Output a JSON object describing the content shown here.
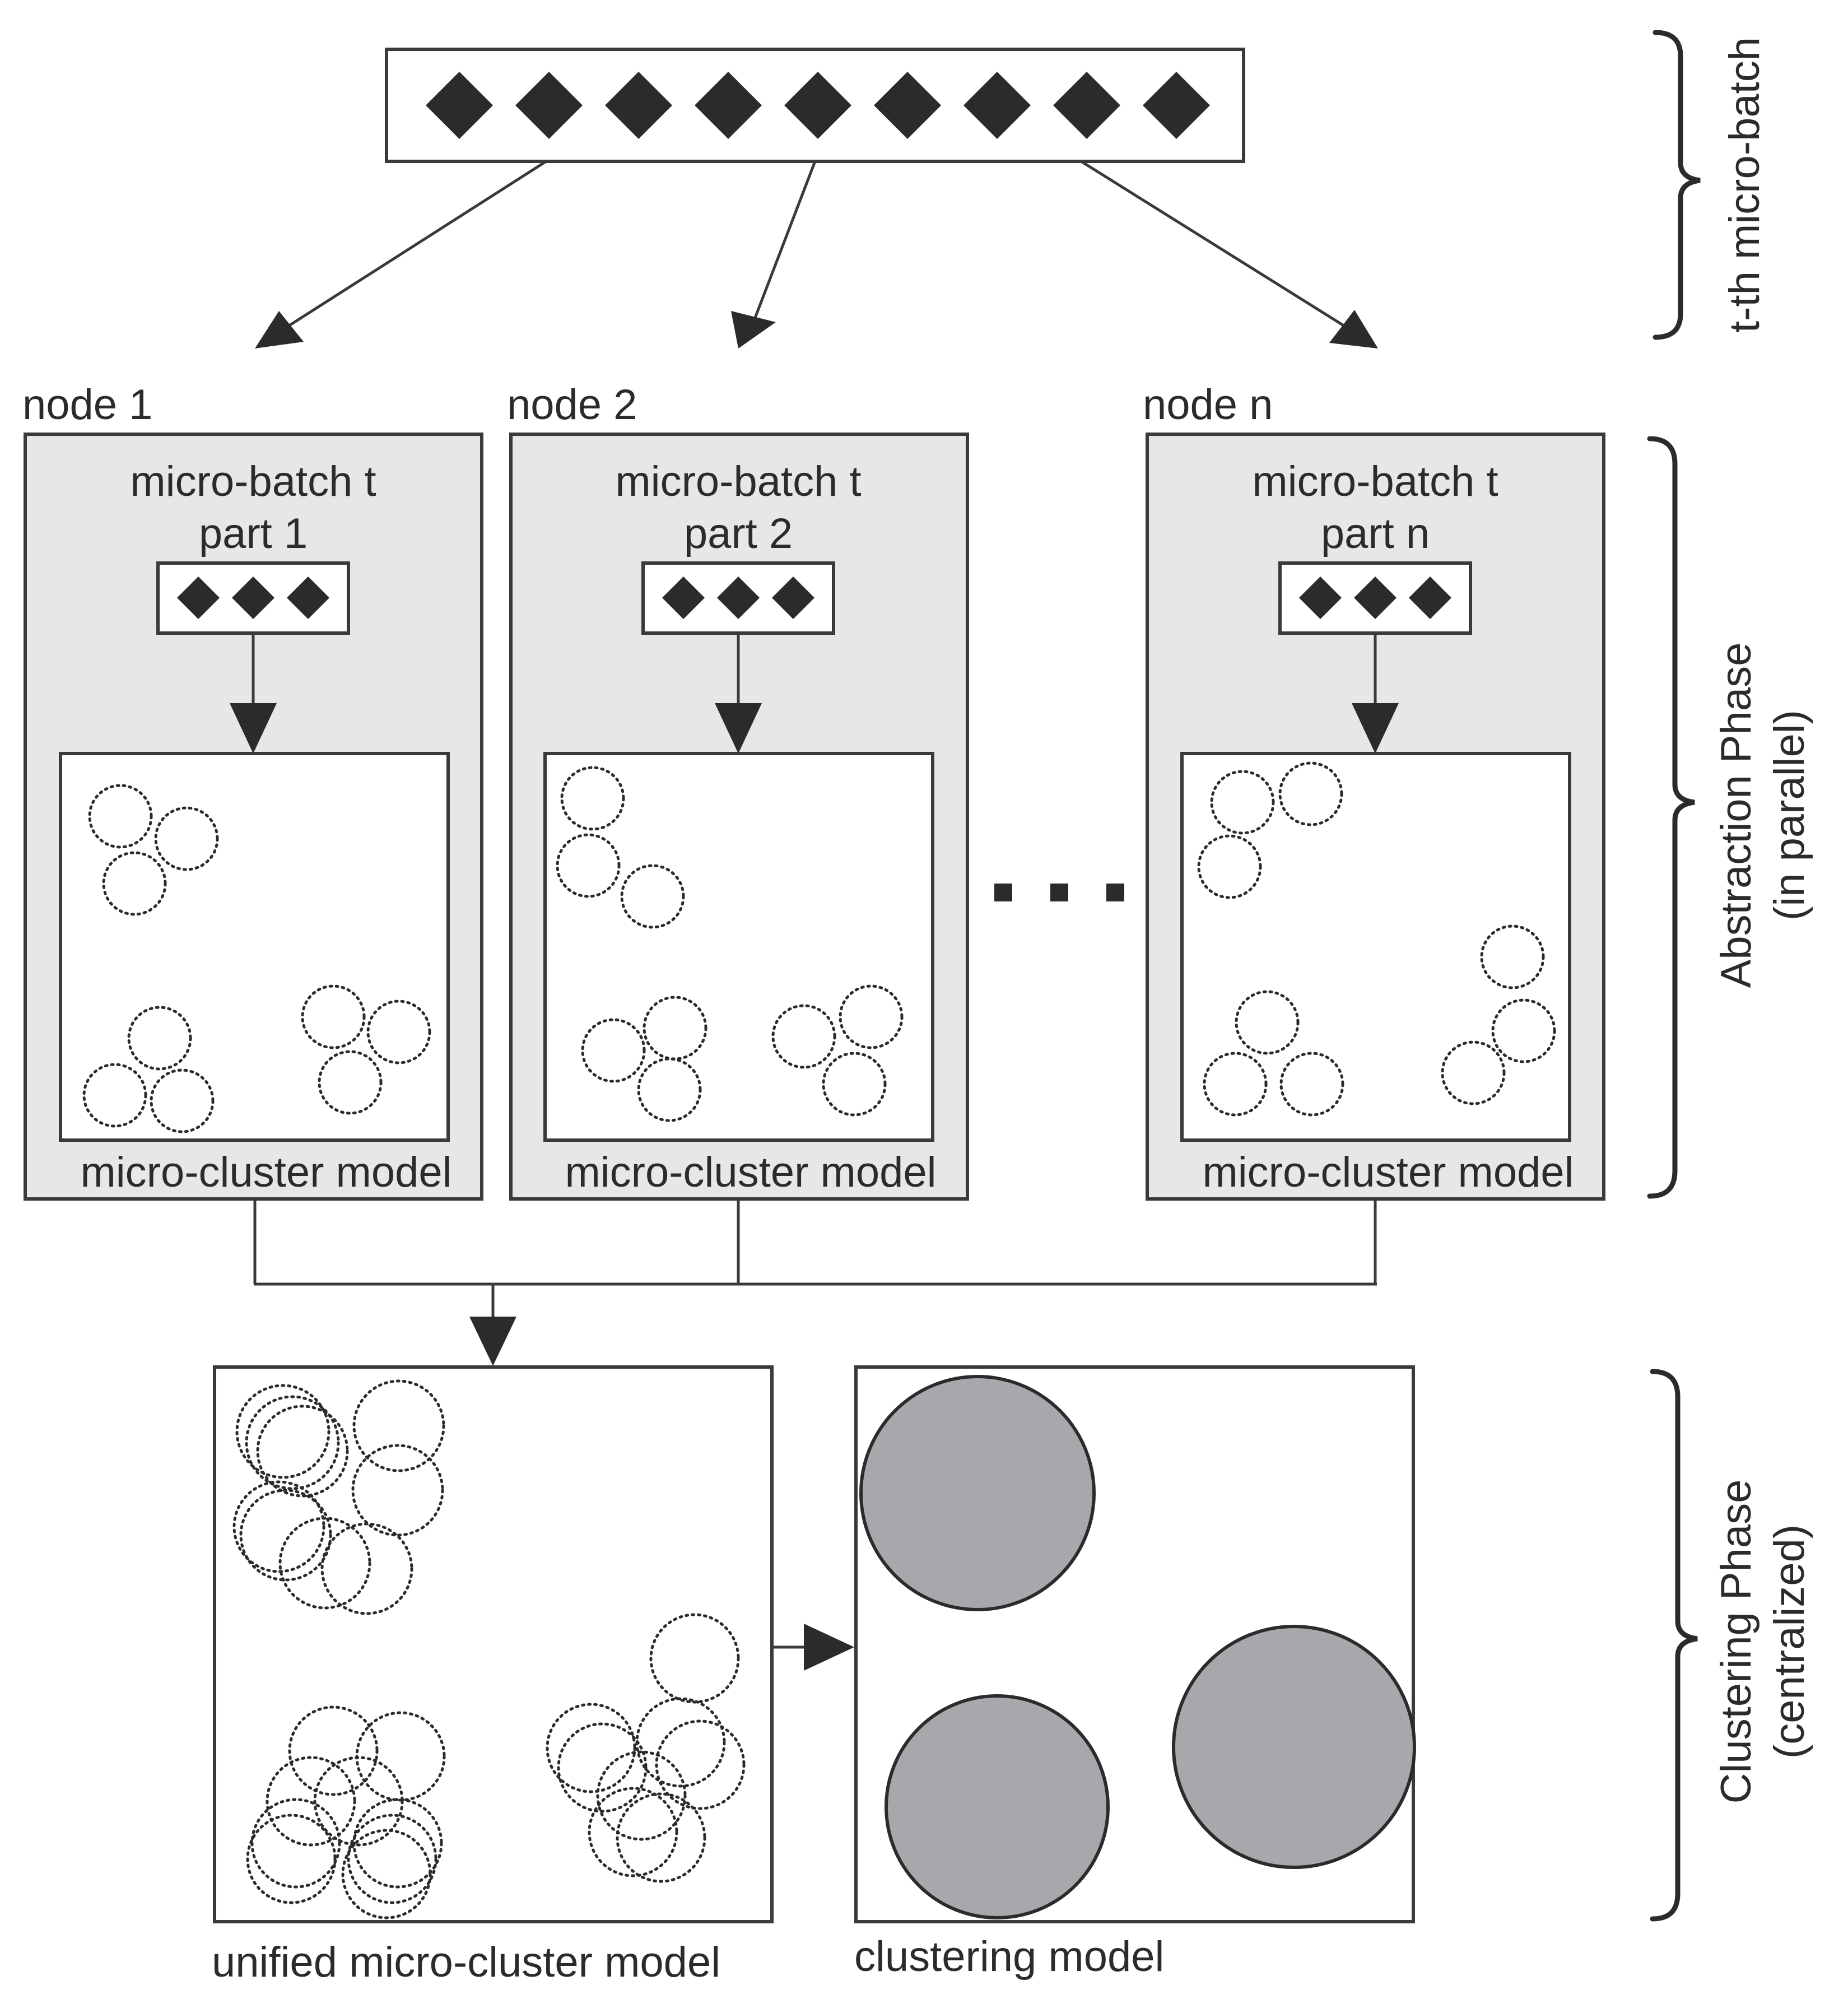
{
  "top_batch": {
    "item_count": 9
  },
  "nodes": [
    {
      "name": "node 1",
      "batch_line1": "micro-batch t",
      "batch_line2": "part 1",
      "model_label": "micro-cluster model"
    },
    {
      "name": "node 2",
      "batch_line1": "micro-batch t",
      "batch_line2": "part 2",
      "model_label": "micro-cluster model"
    },
    {
      "name": "node n",
      "batch_line1": "micro-batch t",
      "batch_line2": "part n",
      "model_label": "micro-cluster model"
    }
  ],
  "unified_label": "unified micro-cluster model",
  "clustering_label": "clustering model",
  "phases": {
    "batch": "t-th micro-batch",
    "abstraction_line1": "Abstraction Phase",
    "abstraction_line2": "(in parallel)",
    "clustering_line1": "Clustering Phase",
    "clustering_line2": "(centralized)"
  },
  "colors": {
    "node_fill": "#e6e7e9",
    "cluster_fill": "#a7a8ab",
    "ink": "#2b2b2b"
  }
}
